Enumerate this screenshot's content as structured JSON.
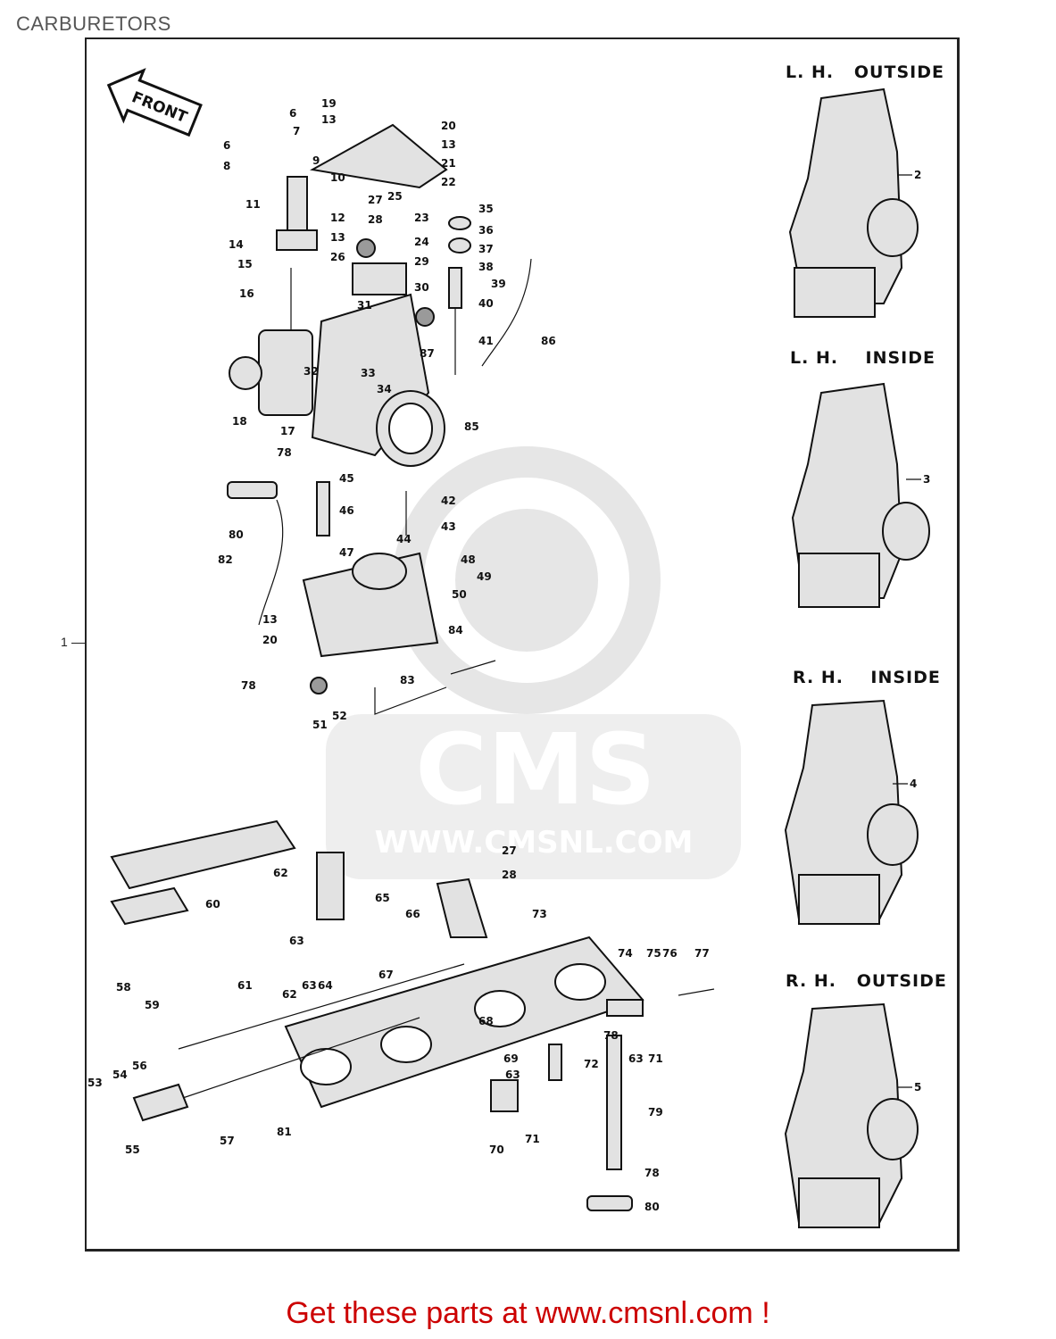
{
  "page": {
    "title": "CARBURETORS"
  },
  "diagram": {
    "front_label": "FRONT",
    "assembly_ref": "1",
    "views": [
      {
        "label": "L. H.   OUTSIDE",
        "ref": "2"
      },
      {
        "label": "L. H.    INSIDE",
        "ref": "3"
      },
      {
        "label": "R. H.    INSIDE",
        "ref": "4"
      },
      {
        "label": "R. H.   OUTSIDE",
        "ref": "5"
      }
    ],
    "watermark": {
      "logo": "CMS",
      "url": "WWW.CMSNL.COM"
    }
  },
  "footer": {
    "text": "Get these parts at www.cmsnl.com !"
  }
}
